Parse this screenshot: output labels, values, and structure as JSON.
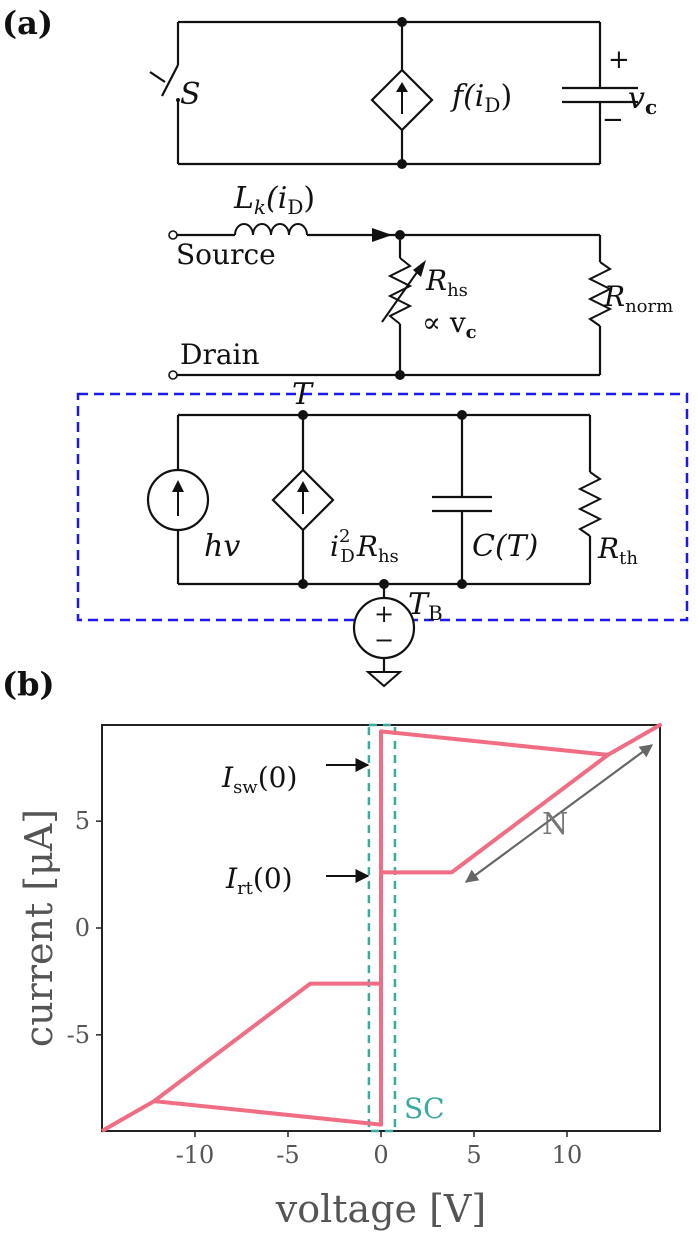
{
  "panel_a": {
    "label": "(a)",
    "switch_label": "S",
    "current_source_label": "f(i",
    "current_source_sub": "D",
    "current_source_close": ")",
    "cap_plus": "+",
    "cap_minus": "−",
    "vc_label": "v",
    "vc_sub": "c",
    "inductor_label": "L",
    "inductor_sub_k": "k",
    "inductor_arg": "(i",
    "inductor_arg_sub": "D",
    "inductor_close": ")",
    "source_label": "Source",
    "drain_label": "Drain",
    "rhs_label": "R",
    "rhs_sub": "hs",
    "rhs_prop": "∝ v",
    "rhs_prop_sub": "c",
    "rnorm_label": "R",
    "rnorm_sub": "norm",
    "T_label": "T",
    "hv_label": "hv",
    "heat_i": "i",
    "heat_i_sup": "2",
    "heat_i_sub": "D",
    "heat_R": "R",
    "heat_R_sub": "hs",
    "cap_T_label": "C(T)",
    "rth_label": "R",
    "rth_sub": "th",
    "TB_label": "T",
    "TB_sub": "B",
    "vs_plus": "+",
    "vs_minus": "−"
  },
  "panel_b": {
    "label": "(b)",
    "isw_main": "I",
    "isw_sub": "sw",
    "isw_arg": "(0)",
    "irt_main": "I",
    "irt_sub": "rt",
    "irt_arg": "(0)",
    "n_label": "N",
    "sc_label": "SC"
  },
  "colors": {
    "curve": "#f06d84",
    "sc_box": "#3aa9a0",
    "dashed_box": "#1a1aee",
    "annotation": "#555555"
  },
  "chart_data": {
    "type": "line",
    "xlabel": "voltage [V]",
    "ylabel": "current [μA]",
    "xlim": [
      -15,
      15
    ],
    "ylim": [
      -9.5,
      9.5
    ],
    "xticks": [
      -10,
      -5,
      0,
      5,
      10
    ],
    "xtick_labels": [
      "-10",
      "-5",
      "0",
      "5",
      "10"
    ],
    "yticks": [
      -5,
      0,
      5
    ],
    "ytick_labels": [
      "-5",
      "0",
      "5"
    ],
    "grid": false,
    "series": [
      {
        "x": [
          -15,
          -12.2,
          0,
          0,
          12.2,
          15
        ],
        "y": [
          -9.5,
          -8.1,
          -9.2,
          9.2,
          8.1,
          9.5
        ]
      },
      {
        "x": [
          -3.8,
          -3.8,
          0,
          0,
          3.8,
          3.8
        ],
        "y": [
          -2.6,
          -2.6,
          -2.6,
          2.6,
          2.6,
          2.6
        ]
      }
    ],
    "trace": {
      "x": [
        -15,
        -12.2,
        0,
        0,
        12.2,
        15,
        12.2,
        3.8,
        0,
        0,
        -3.8,
        -12.2
      ],
      "y": [
        -9.5,
        -8.1,
        -9.2,
        9.2,
        8.1,
        9.5,
        8.1,
        2.6,
        2.6,
        -2.6,
        -2.6,
        -8.1
      ]
    },
    "sc_box": {
      "x": [
        -0.65,
        0.75
      ],
      "y": [
        -9.5,
        9.5
      ]
    },
    "annotations": [
      {
        "text": "I_sw(0)",
        "x": 0,
        "y": 9.2
      },
      {
        "text": "I_rt(0)",
        "x": 0,
        "y": 2.6
      },
      {
        "text": "N",
        "x": 8.8,
        "y": 5.6
      },
      {
        "text": "SC",
        "x": 2.6,
        "y": -9.0
      }
    ]
  }
}
